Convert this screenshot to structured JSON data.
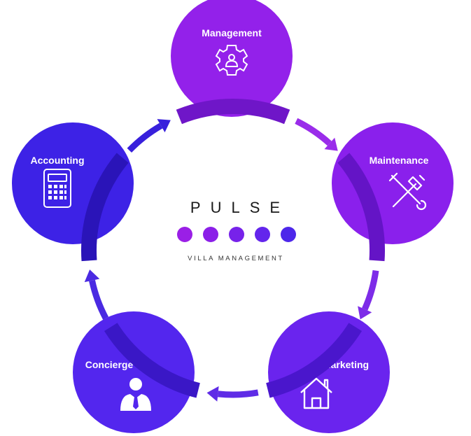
{
  "brand": {
    "title": "PULSE",
    "subtitle": "VILLA MANAGEMENT",
    "dot_colors": [
      "#9a1fe6",
      "#8b1fe8",
      "#7722ea",
      "#6325ec",
      "#4d27ea"
    ]
  },
  "nodes": [
    {
      "label": "Management",
      "icon": "gear-user-icon",
      "color": "#9321ea",
      "shade": "#6f16c8"
    },
    {
      "label": "Maintenance",
      "icon": "wrench-hammer-icon",
      "color": "#8a20ec",
      "shade": "#6414c6"
    },
    {
      "label": "Marketing",
      "icon": "house-icon",
      "color": "#6a24ee",
      "shade": "#4a16cc"
    },
    {
      "label": "Concierge",
      "icon": "person-tie-icon",
      "color": "#5326ee",
      "shade": "#3a17c6"
    },
    {
      "label": "Accounting",
      "icon": "calculator-icon",
      "color": "#3d22e6",
      "shade": "#2a14b8"
    }
  ],
  "arrow_colors": [
    "#9a2cea",
    "#7d2ce8",
    "#5f2ce6",
    "#4a2ae2",
    "#3820dc"
  ]
}
